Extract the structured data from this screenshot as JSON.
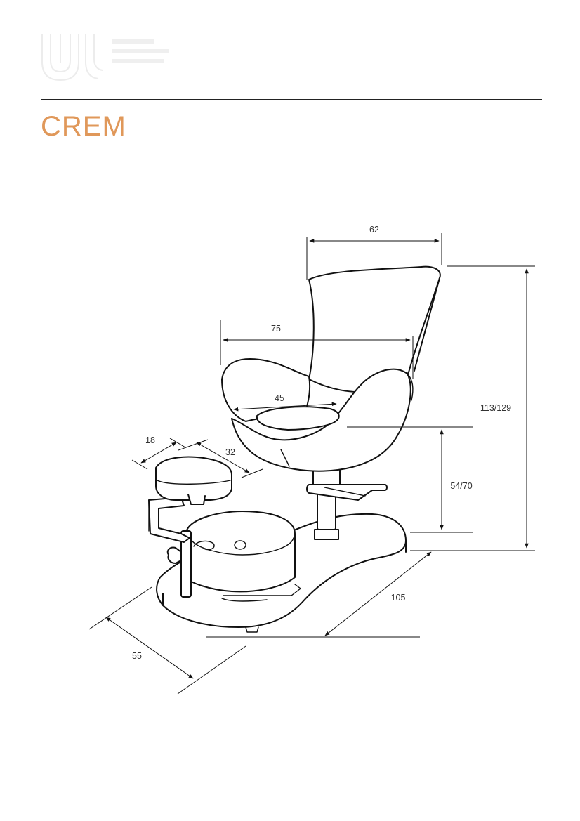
{
  "document": {
    "title": "CREM",
    "accent_color": "#e0985a",
    "rule_color": "#222222",
    "logo_icon": "brand-logo-outline"
  },
  "dimensions": {
    "width_top": "62",
    "armrest_width": "75",
    "seat_width": "45",
    "total_height": "113/129",
    "seat_height": "54/70",
    "footrest_depth": "18",
    "footrest_length": "32",
    "base_length": "105",
    "base_width": "55"
  }
}
